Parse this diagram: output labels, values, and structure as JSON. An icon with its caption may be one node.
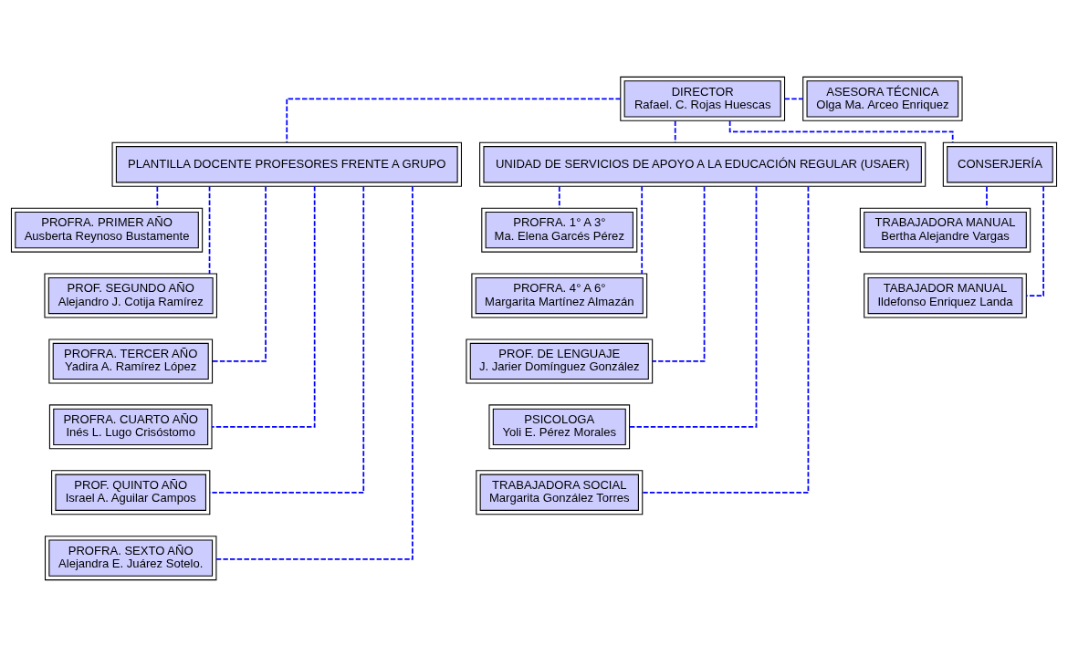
{
  "diagram": {
    "nodes": [
      {
        "text": [
          "DIRECTOR",
          "Rafael. C. Rojas Huescas"
        ]
      },
      {
        "text": [
          "ASESORA TÉCNICA",
          "Olga Ma. Arceo Enriquez"
        ]
      },
      {
        "text": [
          "PLANTILLA DOCENTE PROFESORES FRENTE A GRUPO"
        ]
      },
      {
        "text": [
          "UNIDAD DE SERVICIOS DE APOYO A LA EDUCACIÓN REGULAR (USAER)"
        ]
      },
      {
        "text": [
          "CONSERJERÍA"
        ]
      },
      {
        "text": [
          "PROFRA. PRIMER AÑO",
          "Ausberta Reynoso Bustamente"
        ]
      },
      {
        "text": [
          "PROF. SEGUNDO AÑO",
          "Alejandro J. Cotija Ramírez"
        ]
      },
      {
        "text": [
          "PROFRA. TERCER AÑO",
          "Yadira A. Ramírez López"
        ]
      },
      {
        "text": [
          "PROFRA. CUARTO AÑO",
          "Inés L. Lugo Crisóstomo"
        ]
      },
      {
        "text": [
          "PROF. QUINTO AÑO",
          "Israel A. Aguilar Campos"
        ]
      },
      {
        "text": [
          "PROFRA. SEXTO AÑO",
          "Alejandra E. Juárez Sotelo."
        ]
      },
      {
        "text": [
          "PROFRA. 1° A 3°",
          "Ma. Elena Garcés Pérez"
        ]
      },
      {
        "text": [
          "PROFRA. 4° A 6°",
          "Margarita Martínez Almazán"
        ]
      },
      {
        "text": [
          "PROF. DE LENGUAJE",
          "J. Jarier Domínguez González"
        ]
      },
      {
        "text": [
          "PSICOLOGA",
          "Yoli E. Pérez Morales"
        ]
      },
      {
        "text": [
          "TRABAJADORA SOCIAL",
          "Margarita González Torres"
        ]
      },
      {
        "text": [
          "TRABAJADORA MANUAL",
          "Bertha Alejandre Vargas"
        ]
      },
      {
        "text": [
          "TABAJADOR MANUAL",
          "Ildefonso Enriquez Landa"
        ]
      }
    ],
    "edges": [
      {
        "from": 0,
        "to": 1,
        "arrow": "none",
        "style": "dashed",
        "color": "#0000ff"
      },
      {
        "from": 0,
        "to": 2,
        "arrow": "none",
        "style": "dashed",
        "color": "#0000ff"
      },
      {
        "from": 0,
        "to": 3,
        "arrow": "none",
        "style": "dashed",
        "color": "#0000ff"
      },
      {
        "from": 0,
        "to": 4,
        "arrow": "none",
        "style": "dashed",
        "color": "#0000ff"
      },
      {
        "from": 2,
        "to": 5,
        "arrow": "none",
        "style": "dashed",
        "color": "#0000ff"
      },
      {
        "from": 2,
        "to": 6,
        "arrow": "none",
        "style": "dashed",
        "color": "#0000ff"
      },
      {
        "from": 2,
        "to": 7,
        "arrow": "none",
        "style": "dashed",
        "color": "#0000ff"
      },
      {
        "from": 2,
        "to": 8,
        "arrow": "none",
        "style": "dashed",
        "color": "#0000ff"
      },
      {
        "from": 2,
        "to": 9,
        "arrow": "none",
        "style": "dashed",
        "color": "#0000ff"
      },
      {
        "from": 2,
        "to": 10,
        "arrow": "none",
        "style": "dashed",
        "color": "#0000ff"
      },
      {
        "from": 3,
        "to": 11,
        "arrow": "none",
        "style": "dashed",
        "color": "#0000ff"
      },
      {
        "from": 3,
        "to": 12,
        "arrow": "none",
        "style": "dashed",
        "color": "#0000ff"
      },
      {
        "from": 3,
        "to": 13,
        "arrow": "none",
        "style": "dashed",
        "color": "#0000ff"
      },
      {
        "from": 3,
        "to": 14,
        "arrow": "none",
        "style": "dashed",
        "color": "#0000ff"
      },
      {
        "from": 3,
        "to": 15,
        "arrow": "none",
        "style": "dashed",
        "color": "#0000ff"
      },
      {
        "from": 4,
        "to": 16,
        "arrow": "none",
        "style": "dashed",
        "color": "#0000ff"
      },
      {
        "from": 4,
        "to": 17,
        "arrow": "none",
        "style": "dashed",
        "color": "#0000ff"
      }
    ]
  }
}
